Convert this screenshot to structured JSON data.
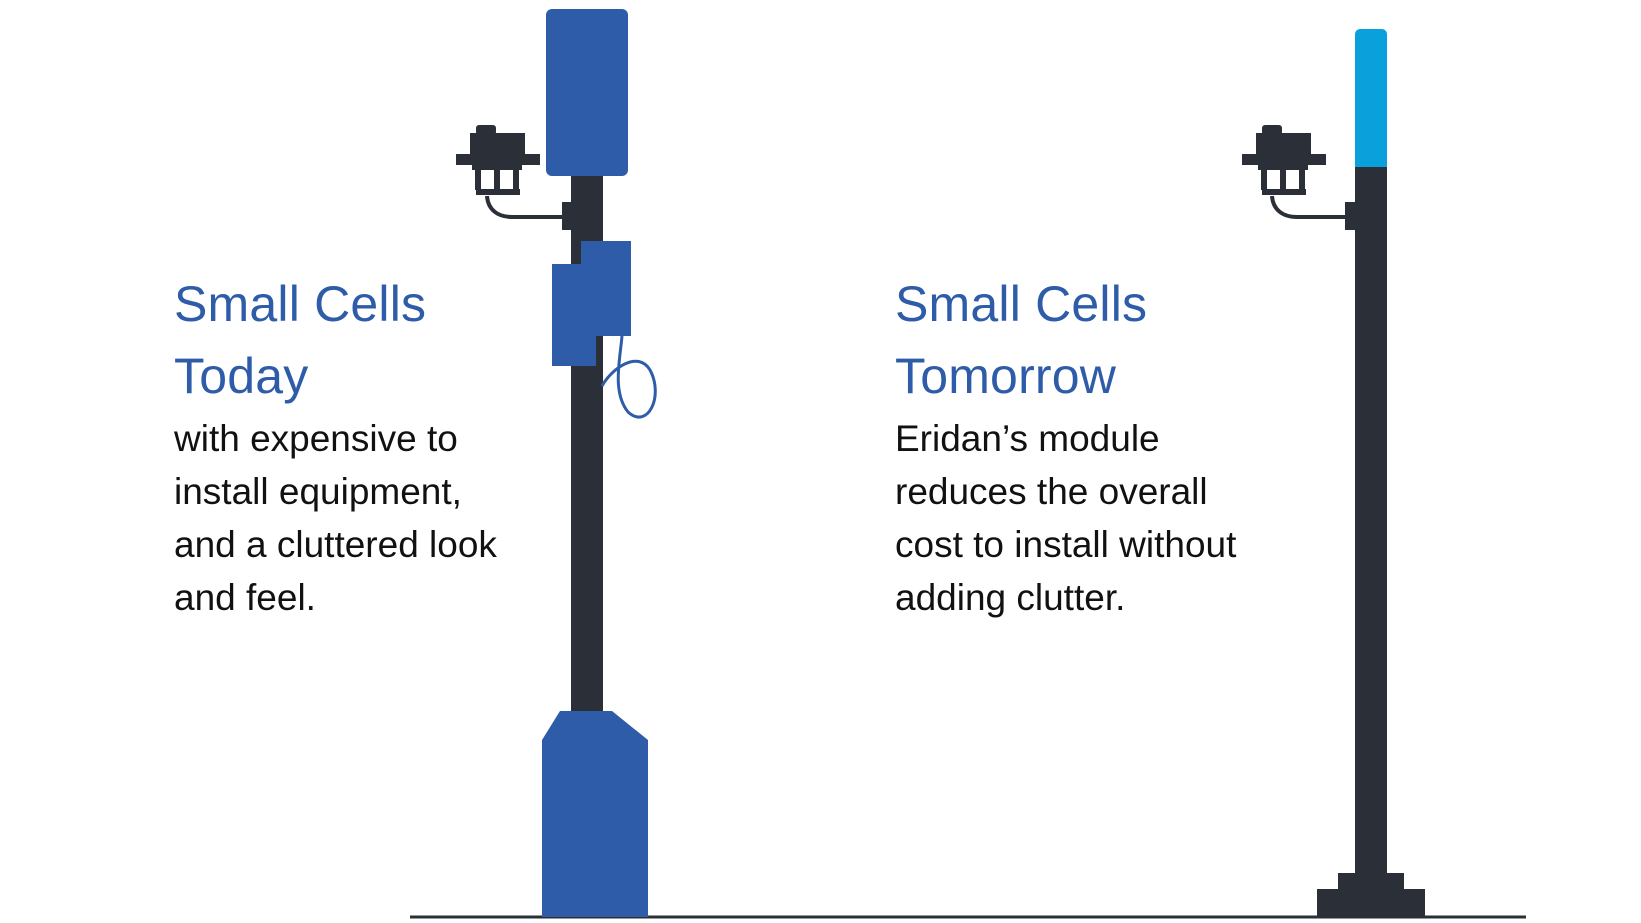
{
  "colors": {
    "heading": "#2e5ca8",
    "body": "#111111",
    "pole": "#2b2f38",
    "equipment": "#2e5ca8",
    "module": "#0aa0dc"
  },
  "today": {
    "heading": "Small Cells\nToday",
    "body": "with expensive to\ninstall equipment,\nand a cluttered look\nand feel."
  },
  "tomorrow": {
    "heading": "Small Cells\nTomorrow",
    "body": "Eridan’s module\nreduces the overall\ncost to install without\nadding clutter."
  }
}
